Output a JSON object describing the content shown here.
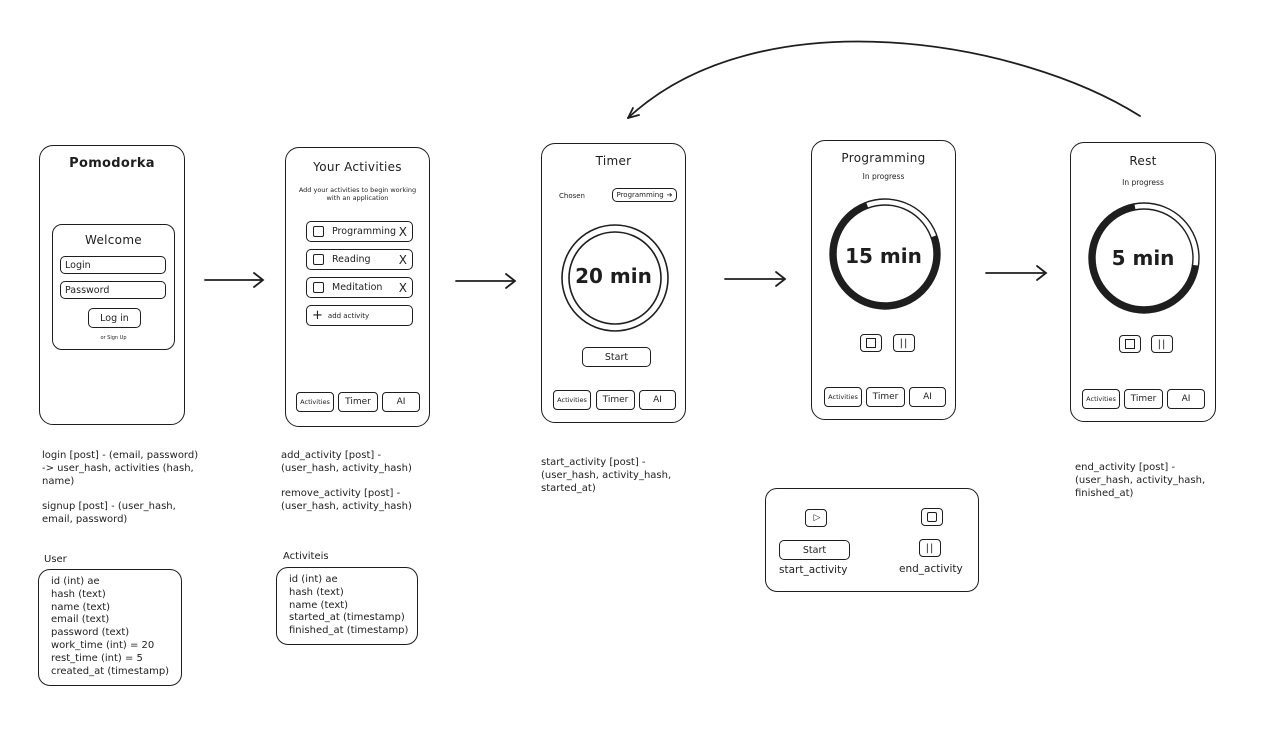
{
  "screens": {
    "login": {
      "title": "Pomodorka",
      "welcome": "Welcome",
      "login_placeholder": "Login",
      "password_placeholder": "Password",
      "login_button": "Log in",
      "signup_link": "or Sign Up"
    },
    "activities": {
      "title": "Your Activities",
      "subtitle_line1": "Add your activities to begin working",
      "subtitle_line2": "with an application",
      "items": [
        "Programming",
        "Reading",
        "Meditation"
      ],
      "remove_glyph": "X",
      "add_label": "add activity"
    },
    "timer": {
      "title": "Timer",
      "chosen_label": "Chosen",
      "chosen_value": "Programming",
      "time": "20 min",
      "start_button": "Start"
    },
    "work": {
      "title": "Programming",
      "status": "In progress",
      "time": "15 min",
      "progress": 0.75
    },
    "rest": {
      "title": "Rest",
      "status": "In progress",
      "time": "5 min",
      "progress": 0.7
    }
  },
  "nav": {
    "activities": "Activities",
    "timer": "Timer",
    "ai": "AI"
  },
  "notes": {
    "login": "login [post] - (email, password)\n-> user_hash, activities (hash,\nname)",
    "signup": "signup [post] - (user_hash,\nemail, password)",
    "add_activity": "add_activity [post] -\n(user_hash, activity_hash)",
    "remove_activity": "remove_activity [post] -\n(user_hash, activity_hash)",
    "start_activity": "start_activity [post] -\n(user_hash, activity_hash,\nstarted_at)",
    "end_activity": "end_activity [post] -\n(user_hash, activity_hash,\nfinished_at)"
  },
  "tables": {
    "user": {
      "name": "User",
      "rows": "id (int) ae\nhash (text)\nname (text)\nemail (text)\npassword (text)\nwork_time (int) = 20\nrest_time (int) = 5\ncreated_at (timestamp)"
    },
    "activities": {
      "name": "Activiteis",
      "rows": "id (int) ae\nhash (text)\nname (text)\nstarted_at (timestamp)\nfinished_at (timestamp)"
    }
  },
  "legend": {
    "start_button": "Start",
    "start_caption": "start_activity",
    "end_caption": "end_activity"
  },
  "colors": {
    "ink": "#1e1e1e",
    "paper": "#ffffff"
  }
}
